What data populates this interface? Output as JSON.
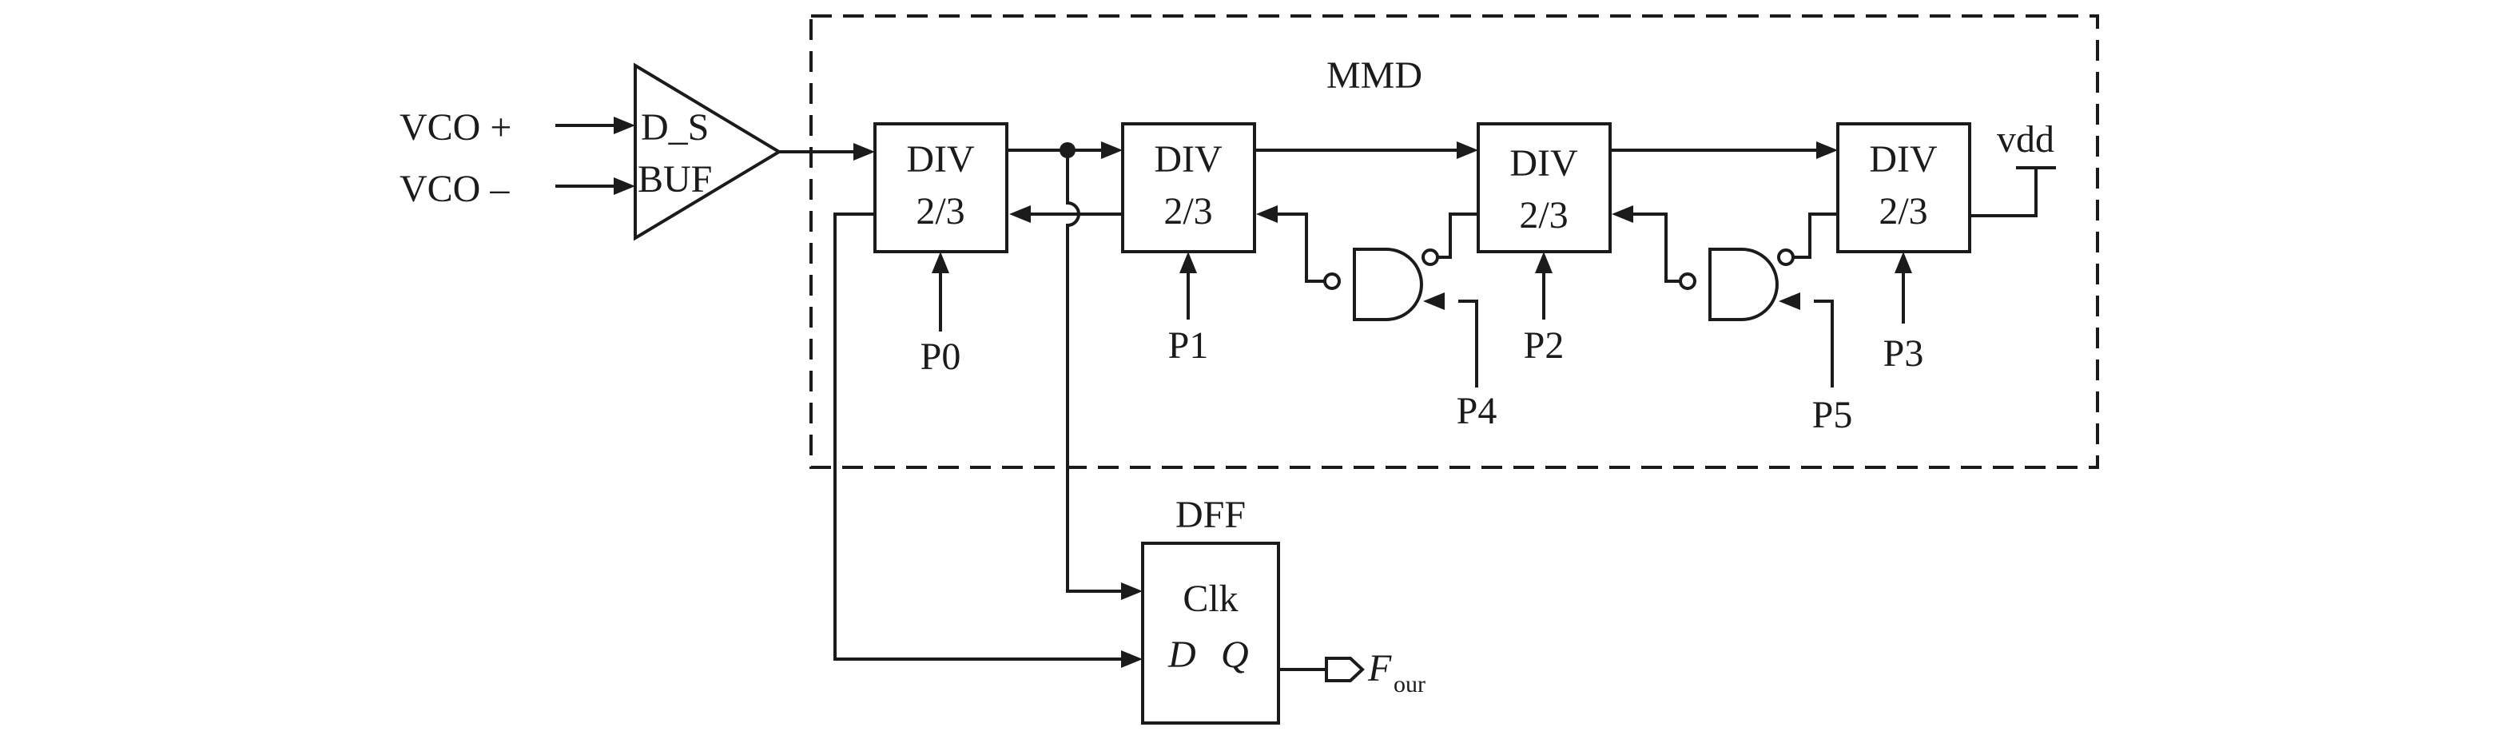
{
  "inputs": {
    "vco_plus": "VCO +",
    "vco_minus": "VCO –"
  },
  "buffer": {
    "line1": "D_S",
    "line2": "BUF"
  },
  "mmd": {
    "title": "MMD"
  },
  "dividers": [
    {
      "line1": "DIV",
      "line2": "2/3",
      "control": "P0"
    },
    {
      "line1": "DIV",
      "line2": "2/3",
      "control": "P1"
    },
    {
      "line1": "DIV",
      "line2": "2/3",
      "control": "P2"
    },
    {
      "line1": "DIV",
      "line2": "2/3",
      "control": "P3"
    }
  ],
  "nand_controls": [
    "P4",
    "P5"
  ],
  "vdd": "vdd",
  "dff": {
    "title": "DFF",
    "clk": "Clk",
    "d": "D",
    "q": "Q"
  },
  "output": {
    "main": "F",
    "sub": "our"
  }
}
